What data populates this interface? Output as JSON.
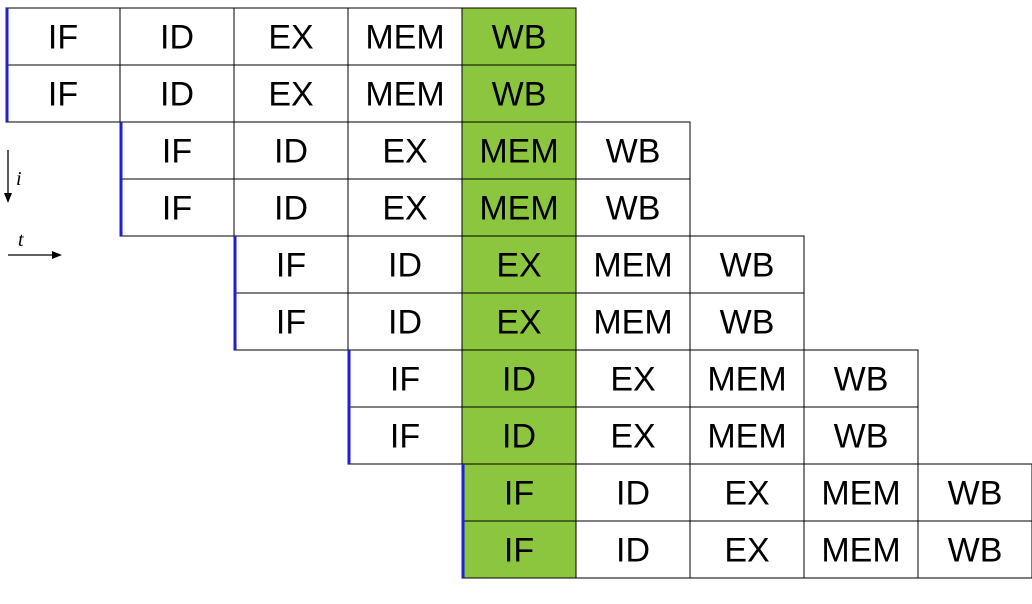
{
  "stage_labels": [
    "IF",
    "ID",
    "EX",
    "MEM",
    "WB"
  ],
  "rows": [
    {
      "cells": [
        "IF",
        "ID",
        "EX",
        "MEM",
        "WB"
      ]
    },
    {
      "cells": [
        "IF",
        "ID",
        "EX",
        "MEM",
        "WB"
      ]
    },
    {
      "cells": [
        "IF",
        "ID",
        "EX",
        "MEM",
        "WB"
      ]
    },
    {
      "cells": [
        "IF",
        "ID",
        "EX",
        "MEM",
        "WB"
      ]
    },
    {
      "cells": [
        "IF",
        "ID",
        "EX",
        "MEM",
        "WB"
      ]
    },
    {
      "cells": [
        "IF",
        "ID",
        "EX",
        "MEM",
        "WB"
      ]
    },
    {
      "cells": [
        "IF",
        "ID",
        "EX",
        "MEM",
        "WB"
      ]
    },
    {
      "cells": [
        "IF",
        "ID",
        "EX",
        "MEM",
        "WB"
      ]
    },
    {
      "cells": [
        "IF",
        "ID",
        "EX",
        "MEM",
        "WB"
      ]
    },
    {
      "cells": [
        "IF",
        "ID",
        "EX",
        "MEM",
        "WB"
      ]
    }
  ],
  "highlight_cycle": 5,
  "issue_width": 2,
  "axes": {
    "instruction_label": "i",
    "time_label": "t"
  },
  "colors": {
    "highlight": "#8cc63f",
    "issue_marker": "#1f1fd6",
    "grid": "#000000",
    "background": "#ffffff"
  }
}
